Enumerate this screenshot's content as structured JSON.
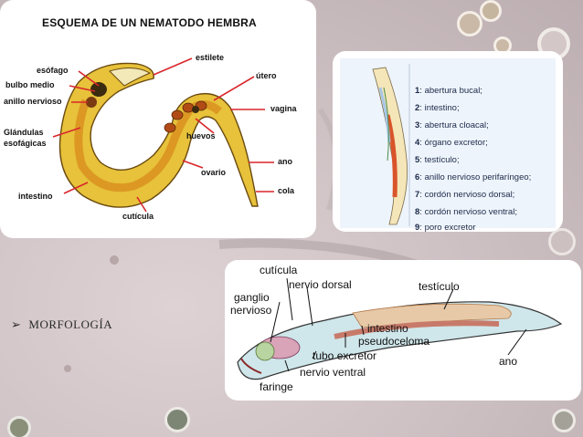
{
  "section_bullet": {
    "arrow": "➢",
    "text": "MORFOLOGÍA"
  },
  "diagram1": {
    "title": "ESQUEMA DE UN NEMATODO HEMBRA",
    "labels": {
      "estilete": "estilete",
      "esofago": "esófago",
      "bulbo_medio": "bulbo medio",
      "anillo_nervioso": "anillo nervioso",
      "glandulas_1": "Glándulas",
      "glandulas_2": "esofágicas",
      "intestino": "intestino",
      "cuticula": "cutícula",
      "utero": "útero",
      "vagina": "vagina",
      "huevos": "huevos",
      "ovario": "ovario",
      "ano": "ano",
      "cola": "cola"
    }
  },
  "diagram2": {
    "legend": [
      {
        "num": "1",
        "text": "abertura bucal;"
      },
      {
        "num": "2",
        "text": "intestino;"
      },
      {
        "num": "3",
        "text": "abertura cloacal;"
      },
      {
        "num": "4",
        "text": "órgano excretor;"
      },
      {
        "num": "5",
        "text": "testículo;"
      },
      {
        "num": "6",
        "text": "anillo nervioso perifaríngeo;"
      },
      {
        "num": "7",
        "text": "cordón nervioso dorsal;"
      },
      {
        "num": "8",
        "text": "cordón nervioso ventral;"
      },
      {
        "num": "9",
        "text": "poro excretor"
      }
    ]
  },
  "diagram3": {
    "labels": {
      "cuticula": "cutícula",
      "nervio_dorsal": "nervio dorsal",
      "ganglio_1": "ganglio",
      "ganglio_2": "nervioso",
      "testiculo": "testículo",
      "intestino": "intestino",
      "pseudoceloma": "pseudoceloma",
      "tubo_excretor": "tubo excretor",
      "nervio_ventral": "nervio ventral",
      "faringe": "faringe",
      "ano": "ano"
    }
  },
  "colors": {
    "background": "#cfc3c6",
    "label_arrow_red": "#d9262c",
    "legend_text": "#1b2a4a",
    "worm_yellow": "#e7c23a"
  }
}
